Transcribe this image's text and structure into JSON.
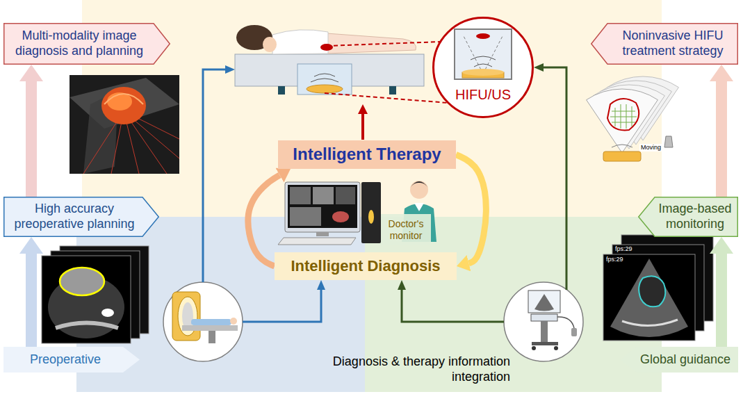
{
  "diagram": {
    "nodes": [
      {
        "text": [
          "Multi-modality image diagnosis and planning"
        ]
      },
      {
        "text": [
          "Noninvasive HIFU treatment strategy"
        ]
      },
      {
        "text": [
          "HIFU/US"
        ]
      },
      {
        "text": [
          "Intelligent Therapy"
        ]
      },
      {
        "text": [
          "High accuracy preoperative planning"
        ]
      },
      {
        "text": [
          "Doctor's monitor"
        ]
      },
      {
        "text": [
          "Image-based monitoring"
        ]
      },
      {
        "text": [
          "Intelligent Diagnosis"
        ]
      },
      {
        "text": [
          "Preoperative"
        ]
      },
      {
        "text": [
          "Global guidance"
        ]
      }
    ],
    "edges": [
      {
        "from": 7,
        "to": 3,
        "arrow": "to"
      },
      {
        "from": 3,
        "to": 7,
        "arrow": "to"
      },
      {
        "from": 8,
        "to": 4,
        "arrow": "to"
      },
      {
        "from": 4,
        "to": 0,
        "arrow": "to"
      },
      {
        "from": 9,
        "to": 6,
        "arrow": "to"
      },
      {
        "from": 6,
        "to": 1,
        "arrow": "to"
      }
    ],
    "labels": [
      "Moving",
      "fps:29",
      "fps:29",
      "Diagnosis & therapy information integration"
    ]
  }
}
